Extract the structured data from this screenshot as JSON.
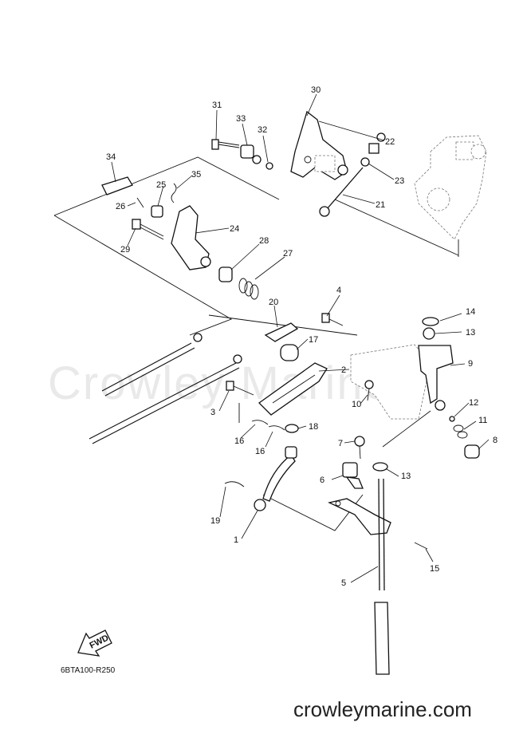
{
  "watermark": "Crowley Marine",
  "fwd_label": "FWD",
  "diagram_code": "6BTA100-R250",
  "site": "crowleymarine.com",
  "parts": [
    "1",
    "2",
    "3",
    "4",
    "5",
    "6",
    "7",
    "8",
    "9",
    "10",
    "11",
    "12",
    "13",
    "13b",
    "14",
    "15",
    "16",
    "16b",
    "17",
    "18",
    "19",
    "20",
    "21",
    "22",
    "23",
    "24",
    "25",
    "26",
    "27",
    "28",
    "29",
    "30",
    "31",
    "32",
    "33",
    "34",
    "35"
  ],
  "part_labels": {
    "1": "1",
    "2": "2",
    "3": "3",
    "4": "4",
    "5": "5",
    "6": "6",
    "7": "7",
    "8": "8",
    "9": "9",
    "10": "10",
    "11": "11",
    "12": "12",
    "13": "13",
    "13b": "13",
    "14": "14",
    "15": "15",
    "16": "16",
    "16b": "16",
    "17": "17",
    "18": "18",
    "19": "19",
    "20": "20",
    "21": "21",
    "22": "22",
    "23": "23",
    "24": "24",
    "25": "25",
    "26": "26",
    "27": "27",
    "28": "28",
    "29": "29",
    "30": "30",
    "31": "31",
    "32": "32",
    "33": "33",
    "34": "34",
    "35": "35"
  }
}
